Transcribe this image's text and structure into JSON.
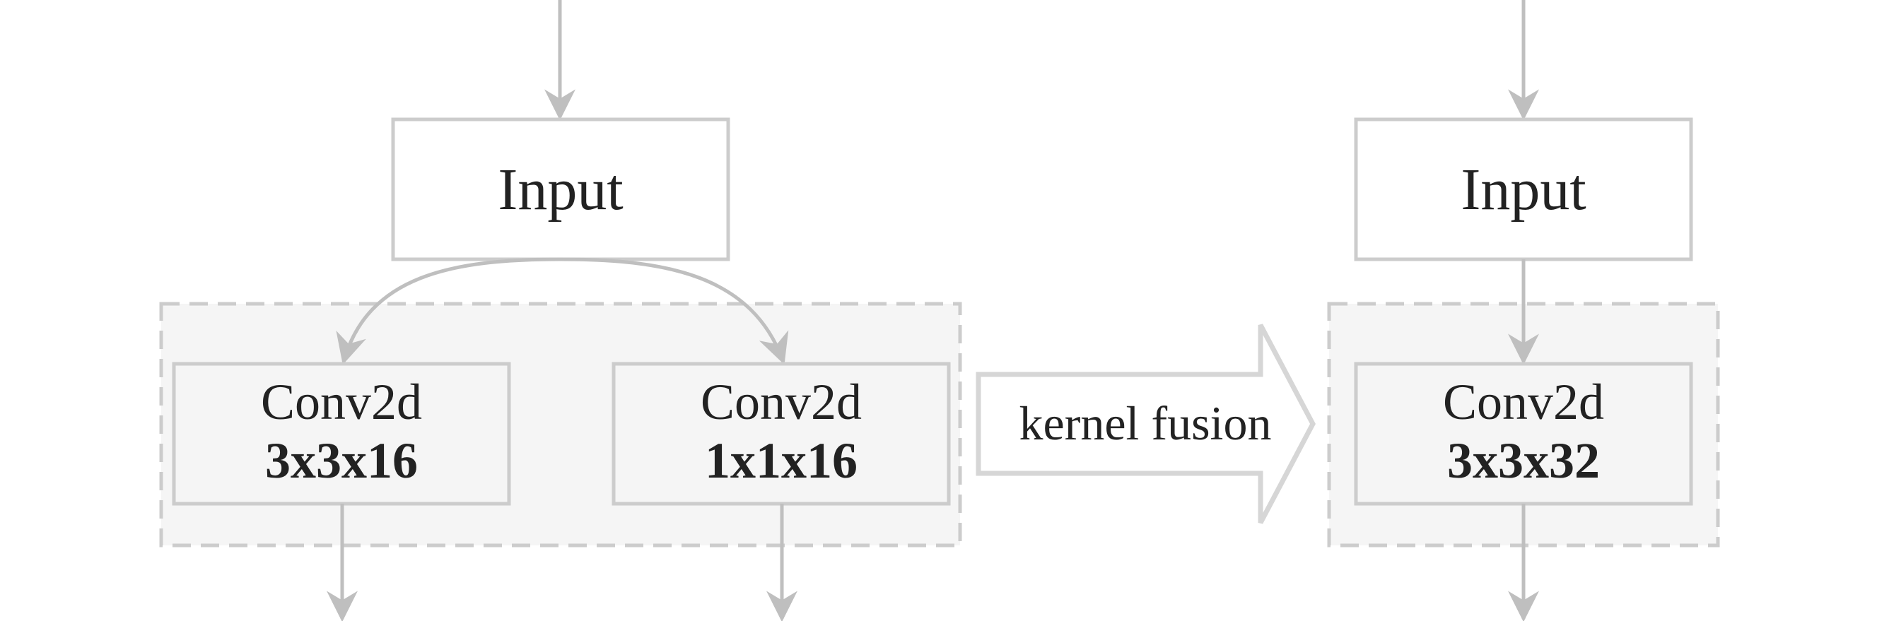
{
  "colors": {
    "stroke": "#cccccc",
    "arrow": "#bfbfbf",
    "group_fill": "#f5f5f5",
    "text": "#222222"
  },
  "left_block": {
    "input_label": "Input",
    "conv_a": {
      "op": "Conv2d",
      "kernel": "3x3x16"
    },
    "conv_b": {
      "op": "Conv2d",
      "kernel": "1x1x16"
    }
  },
  "transform": {
    "label": "kernel fusion"
  },
  "right_block": {
    "input_label": "Input",
    "conv": {
      "op": "Conv2d",
      "kernel": "3x3x32"
    }
  }
}
